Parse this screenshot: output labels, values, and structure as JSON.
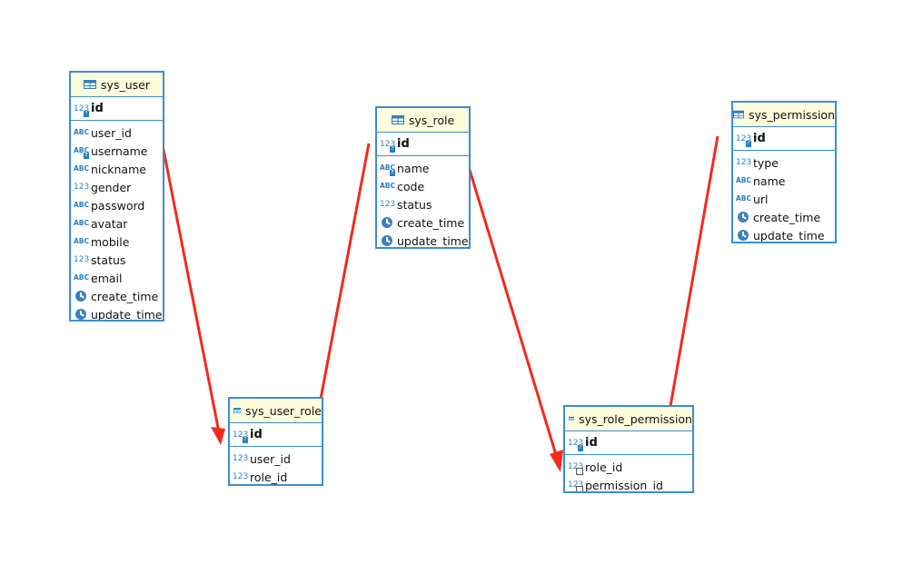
{
  "tables": {
    "sys_user": {
      "title": "sys_user",
      "pk": "id",
      "columns": [
        {
          "name": "user_id",
          "type": "string-icon"
        },
        {
          "name": "username",
          "type": "string-key-icon"
        },
        {
          "name": "nickname",
          "type": "string-icon"
        },
        {
          "name": "gender",
          "type": "number-icon"
        },
        {
          "name": "password",
          "type": "string-icon"
        },
        {
          "name": "avatar",
          "type": "string-icon"
        },
        {
          "name": "mobile",
          "type": "string-icon"
        },
        {
          "name": "status",
          "type": "number-icon"
        },
        {
          "name": "email",
          "type": "string-icon"
        },
        {
          "name": "create_time",
          "type": "clock-icon"
        },
        {
          "name": "update_time",
          "type": "clock-icon"
        }
      ]
    },
    "sys_role": {
      "title": "sys_role",
      "pk": "id",
      "columns": [
        {
          "name": "name",
          "type": "string-key-icon"
        },
        {
          "name": "code",
          "type": "string-icon"
        },
        {
          "name": "status",
          "type": "number-icon"
        },
        {
          "name": "create_time",
          "type": "clock-icon"
        },
        {
          "name": "update_time",
          "type": "clock-icon"
        }
      ]
    },
    "sys_permission": {
      "title": "sys_permission",
      "pk": "id",
      "columns": [
        {
          "name": "type",
          "type": "number-icon"
        },
        {
          "name": "name",
          "type": "string-icon"
        },
        {
          "name": "url",
          "type": "string-icon"
        },
        {
          "name": "create_time",
          "type": "clock-icon"
        },
        {
          "name": "update_time",
          "type": "clock-icon"
        }
      ]
    },
    "sys_user_role": {
      "title": "sys_user_role",
      "pk": "id",
      "columns": [
        {
          "name": "user_id",
          "type": "number-icon"
        },
        {
          "name": "role_id",
          "type": "number-icon"
        }
      ]
    },
    "sys_role_permission": {
      "title": "sys_role_permission",
      "pk": "id",
      "columns": [
        {
          "name": "role_id",
          "type": "number-fk-icon"
        },
        {
          "name": "permission_id",
          "type": "number-fk-icon"
        }
      ]
    }
  },
  "icon_labels": {
    "string": "ABC",
    "number": "123",
    "key": "?"
  },
  "colors": {
    "border": "#3a8ed0",
    "header_bg": "#fffcdc",
    "arrow": "#f22b1d",
    "icon": "#2a7fc0"
  }
}
